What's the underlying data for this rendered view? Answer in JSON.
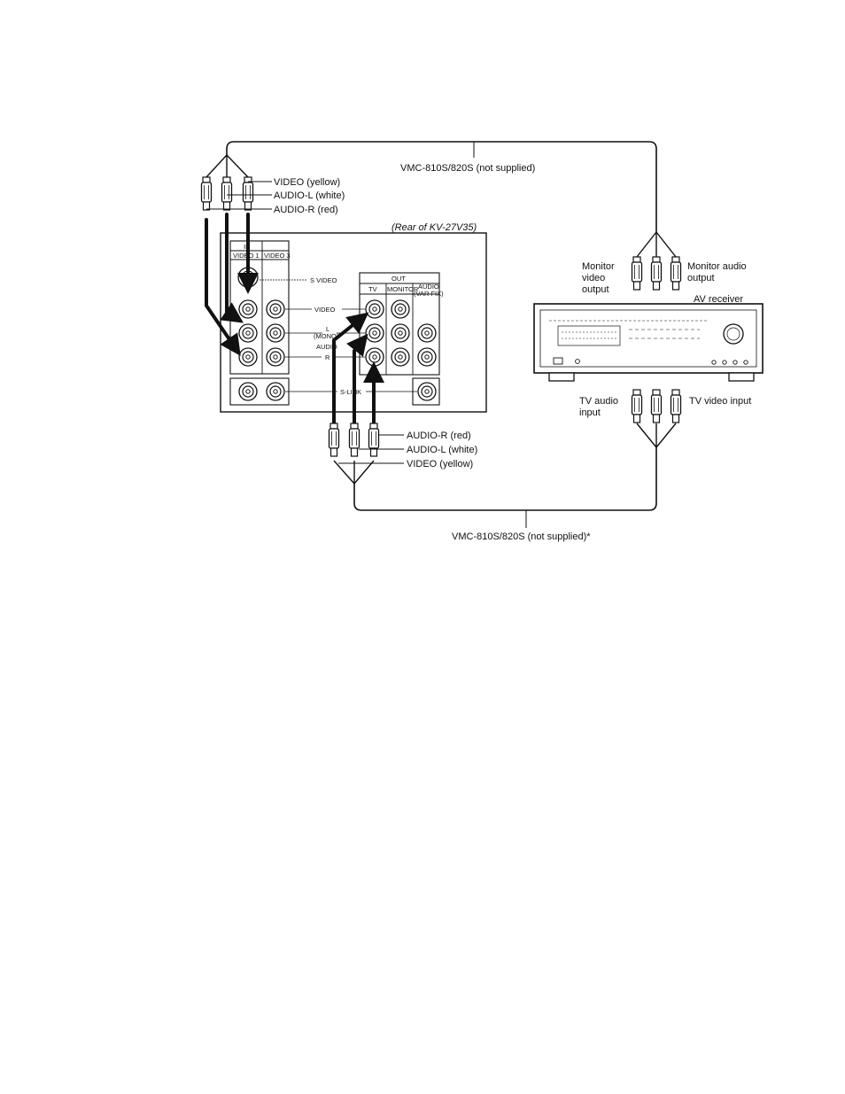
{
  "labels": {
    "cable_top": "VMC-810S/820S (not supplied)",
    "cable_bottom": "VMC-810S/820S (not supplied)*",
    "top_plug_video": "VIDEO (yellow)",
    "top_plug_audio_l": "AUDIO-L (white)",
    "top_plug_audio_r": "AUDIO-R (red)",
    "rear_caption": "(Rear of KV-27V35)",
    "in_header": "IN",
    "video1_header": "VIDEO 1",
    "video3_header": "VIDEO 3",
    "out_header": "OUT",
    "tv_header": "TV",
    "monitor_header": "MONITOR",
    "audio_var_header_1": "AUDIO",
    "audio_var_header_2": "(VAR FIX)",
    "s_video": "S VIDEO",
    "video": "VIDEO",
    "l": "L",
    "mono": "(MONO)",
    "audio": "AUDIO",
    "r": "R",
    "s_link": "S-LINK",
    "monitor_video_output_1": "Monitor",
    "monitor_video_output_2": "video",
    "monitor_video_output_3": "output",
    "monitor_audio_output_1": "Monitor audio",
    "monitor_audio_output_2": "output",
    "av_receiver": "AV receiver",
    "tv_audio_input_1": "TV audio",
    "tv_audio_input_2": "input",
    "tv_video_input": "TV video input",
    "bottom_plug_audio_r": "AUDIO-R (red)",
    "bottom_plug_audio_l": "AUDIO-L (white)",
    "bottom_plug_video": "VIDEO (yellow)"
  },
  "colors": {
    "ink": "#111111",
    "paper": "#ffffff"
  }
}
